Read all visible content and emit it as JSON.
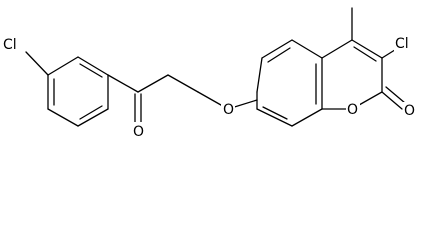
{
  "molecule": {
    "atoms": {
      "cl_left": "Cl",
      "o_carbonyl": "O",
      "o_ether": "O",
      "o_ring": "O",
      "o_lactone": "O",
      "cl_right": "Cl"
    }
  }
}
